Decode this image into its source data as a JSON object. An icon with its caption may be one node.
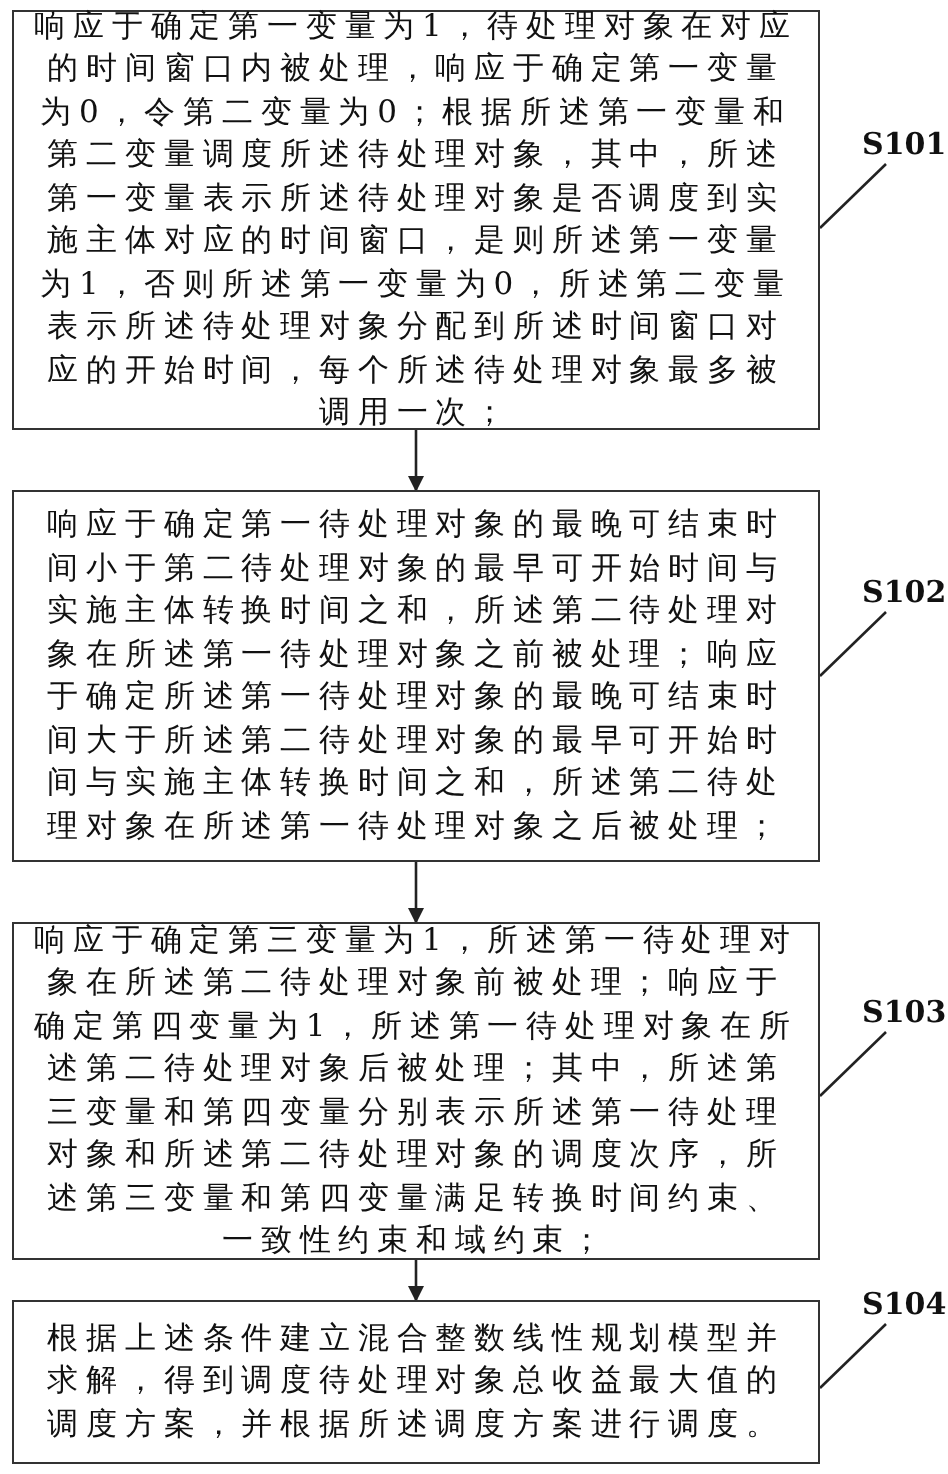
{
  "diagram": {
    "nodes": [
      {
        "text": [
          "响应于确定第一变量为1，待处理对象在对应的时间窗口内被处理，响应于确定第一变量为0，令第二变量为0；根据所述第一变量和第二变量调度所述待处理对象，其中，所述第一变量表示所述待处理对象是否调度到实施主体对应的时间窗口，是则所述第一变量为1，否则所述第一变量为0，所述第二变量表示所述待处理对象分配到所述时间窗口对应的开始时间，每个所述待处理对象最多被调用一次；"
        ]
      },
      {
        "text": [
          "S101"
        ]
      },
      {
        "text": [
          "响应于确定第一待处理对象的最晚可结束时间小于第二待处理对象的最早可开始时间与实施主体转换时间之和，所述第二待处理对象在所述第一待处理对象之前被处理；响应于确定所述第一待处理对象的最晚可结束时间大于所述第二待处理对象的最早可开始时间与实施主体转换时间之和，所述第二待处理对象在所述第一待处理对象之后被处理；"
        ]
      },
      {
        "text": [
          "S102"
        ]
      },
      {
        "text": [
          "响应于确定第三变量为1，所述第一待处理对象在所述第二待处理对象前被处理；响应于确定第四变量为1，所述第一待处理对象在所述第二待处理对象后被处理；其中，所述第三变量和第四变量分别表示所述第一待处理对象和所述第二待处理对象的调度次序，所述第三变量和第四变量满足转换时间约束、一致性约束和域约束；"
        ]
      },
      {
        "text": [
          "S103"
        ]
      },
      {
        "text": [
          "根据上述条件建立混合整数线性规划模型并求解，得到调度待处理对象总收益最大值的调度方案，并根据所述调度方案进行调度。"
        ]
      },
      {
        "text": [
          "S104"
        ]
      }
    ],
    "edges": [
      {
        "from": 0,
        "to": 2,
        "arrow": "to"
      },
      {
        "from": 2,
        "to": 4,
        "arrow": "to"
      },
      {
        "from": 4,
        "to": 6,
        "arrow": "to"
      },
      {
        "from": 1,
        "to": 0,
        "arrow": "none"
      },
      {
        "from": 3,
        "to": 2,
        "arrow": "none"
      },
      {
        "from": 5,
        "to": 4,
        "arrow": "none"
      },
      {
        "from": 7,
        "to": 6,
        "arrow": "none"
      }
    ]
  }
}
